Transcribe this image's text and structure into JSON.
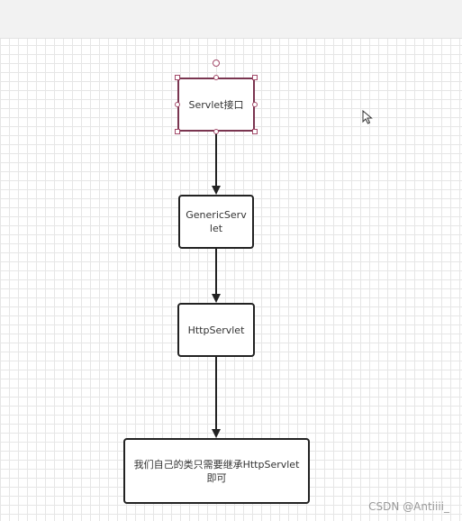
{
  "nodes": {
    "servlet": "Servlet接口",
    "generic": "GenericServlet",
    "http": "HttpServlet",
    "mine": "我们自己的类只需要继承HttpServlet即可"
  },
  "watermark": "CSDN @Antiiii_",
  "colors": {
    "stroke": "#222222",
    "selection": "#a34a6a",
    "grid": "#e6e6e6"
  },
  "icons": {
    "cursor": "mouse-pointer-icon"
  }
}
